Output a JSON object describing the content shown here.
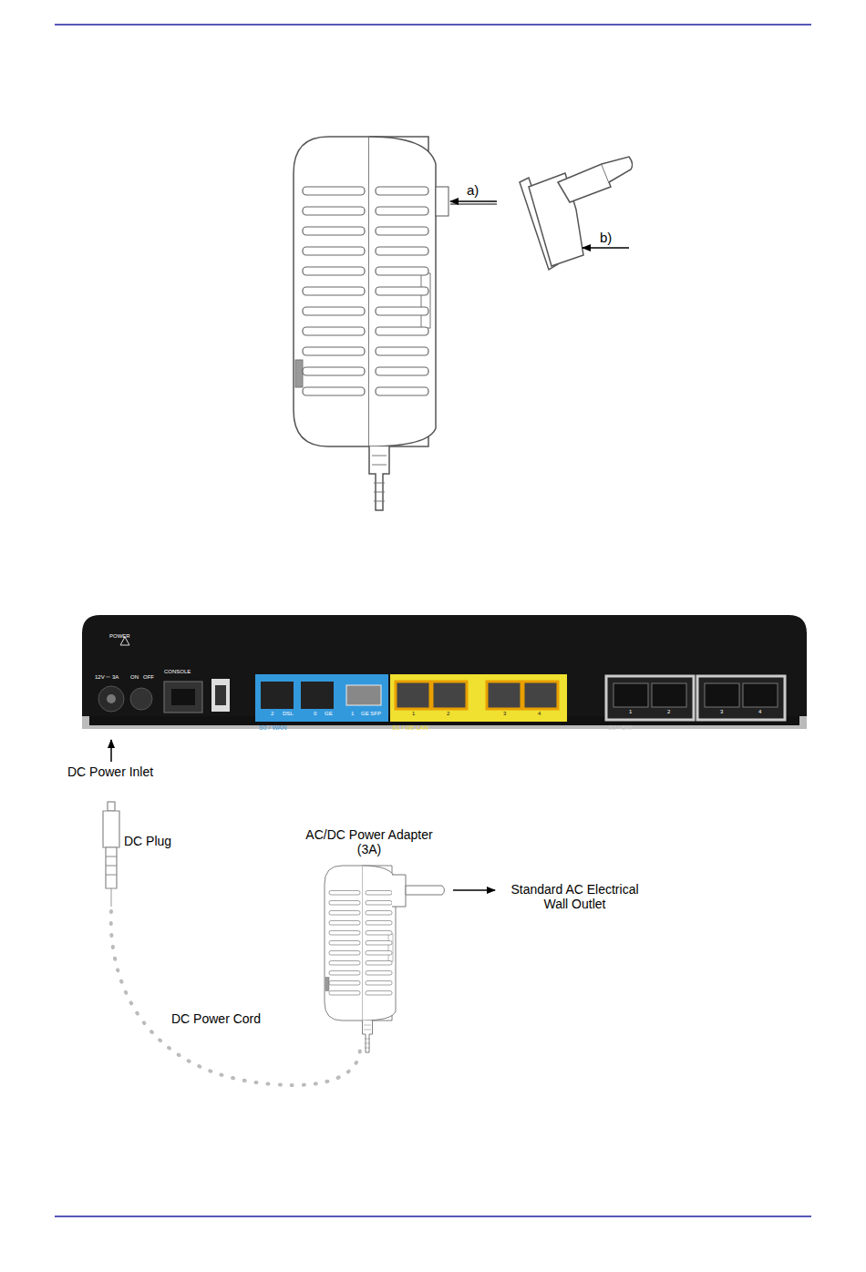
{
  "diagram": {
    "labels": [
      "a)",
      "b)",
      "POWER",
      "12V ⎓ 3A",
      "ON",
      "OFF",
      "CONSOLE",
      "2",
      "DSL",
      "0",
      "GE",
      "1",
      "GE SFP",
      "S0 / WAN",
      "1",
      "2",
      "S1 / GE LAN",
      "3",
      "4",
      "1",
      "2",
      "S2 / BRI",
      "3",
      "4",
      "DC Power Inlet",
      "DC Plug",
      "AC/DC Power Adapter (3A)",
      "Standard AC Electrical Wall Outlet",
      "DC Power Cord"
    ]
  }
}
